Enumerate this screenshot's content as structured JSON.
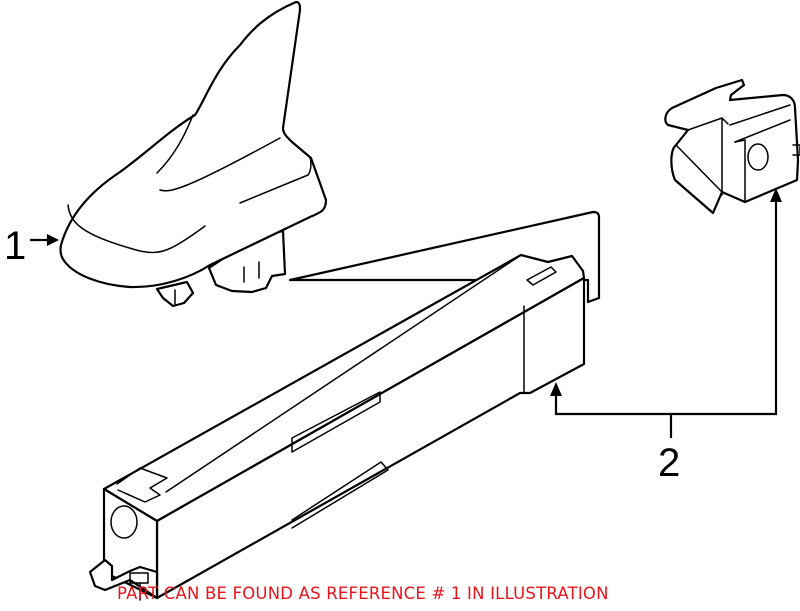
{
  "diagram": {
    "type": "exploded parts illustration",
    "colors": {
      "line": "#000000",
      "background": "#ffffff",
      "note": "#e8141c"
    },
    "parts": [
      {
        "ref": "1",
        "name": "shark-fin roof antenna"
      },
      {
        "ref": "2",
        "name": "antenna amplifier module and mounting bracket"
      }
    ],
    "callouts": {
      "one": "1",
      "two": "2"
    },
    "footer_note": "PART CAN BE FOUND AS REFERENCE # 1 IN ILLUSTRATION"
  }
}
